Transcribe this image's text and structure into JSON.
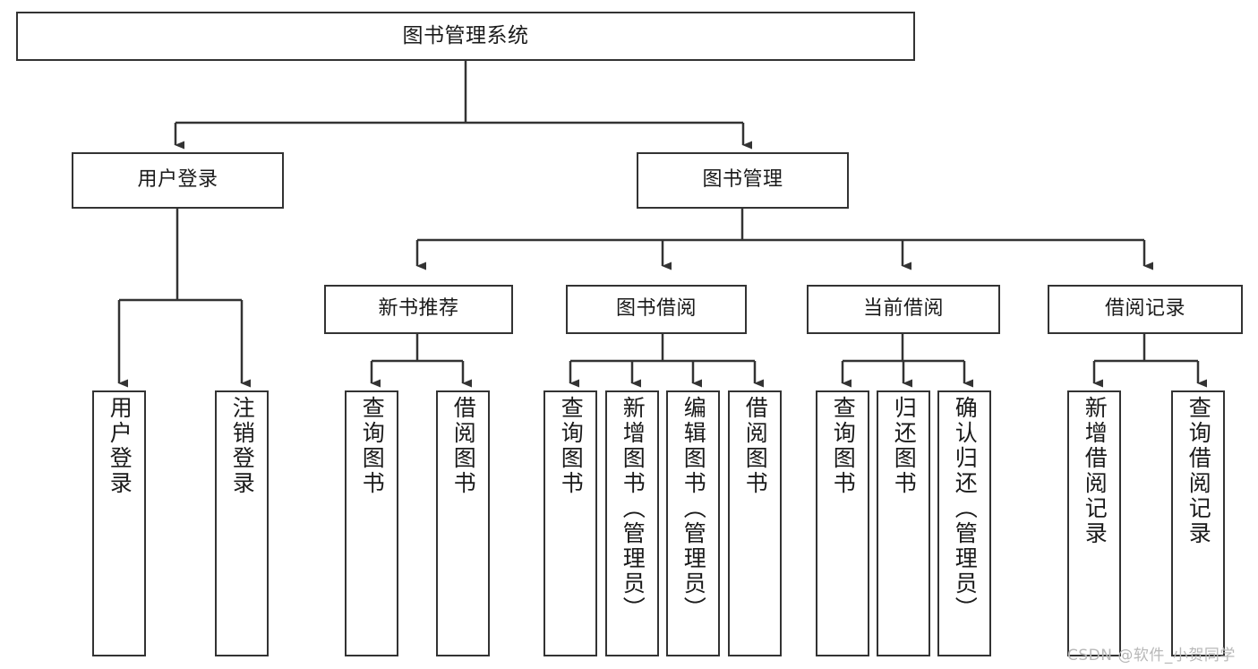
{
  "diagram": {
    "title": "图书管理系统",
    "type": "tree-hierarchy-chart",
    "root": {
      "label": "图书管理系统"
    },
    "level2": [
      {
        "label": "用户登录"
      },
      {
        "label": "图书管理"
      }
    ],
    "level3": [
      {
        "label": "新书推荐"
      },
      {
        "label": "图书借阅"
      },
      {
        "label": "当前借阅"
      },
      {
        "label": "借阅记录"
      }
    ],
    "leaves": {
      "user_login": [
        {
          "label": "用户登录"
        },
        {
          "label": "注销登录"
        }
      ],
      "new_book_recommend": [
        {
          "label": "查询图书"
        },
        {
          "label": "借阅图书"
        }
      ],
      "book_borrow": [
        {
          "label": "查询图书"
        },
        {
          "label": "新增图书（管理员）"
        },
        {
          "label": "编辑图书（管理员）"
        },
        {
          "label": "借阅图书"
        }
      ],
      "current_borrow": [
        {
          "label": "查询图书"
        },
        {
          "label": "归还图书"
        },
        {
          "label": "确认归还（管理员）"
        }
      ],
      "borrow_record": [
        {
          "label": "新增借阅记录"
        },
        {
          "label": "查询借阅记录"
        }
      ]
    },
    "watermark": "CSDN @软件_小贺同学",
    "colors": {
      "stroke": "#333333",
      "background": "#ffffff",
      "text": "#1a1a1a",
      "watermark": "#b8b8b8"
    }
  }
}
